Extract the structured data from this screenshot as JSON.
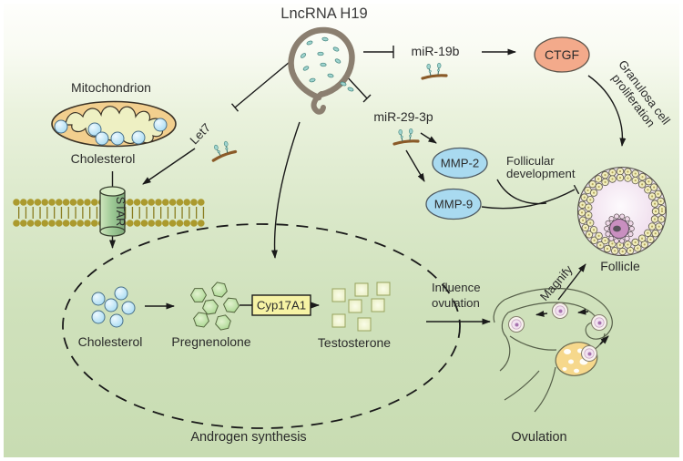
{
  "figure_title": "LncRNA H19",
  "nodes": {
    "mir19b": "miR-19b",
    "ctgf": "CTGF",
    "mir29_3p": "miR-29-3p",
    "mmp2": "MMP-2",
    "mmp9": "MMP-9",
    "let7": "Let7",
    "mitochondrion": "Mitochondrion",
    "cholesterol_outer": "Cholesterol",
    "star": "STAR",
    "cholesterol_inner": "Cholesterol",
    "pregnenolone": "Pregnenolone",
    "cyp17a1": "Cyp17A1",
    "testosterone": "Testosterone",
    "follicle": "Follicle"
  },
  "annotations": {
    "granulosa_line1": "Granulosa cell",
    "granulosa_line2": "proliferation",
    "follicular_line1": "Follicular",
    "follicular_line2": "development",
    "influence_line1": "Influence",
    "influence_line2": "ovulation",
    "magnify": "Magnify",
    "androgen_synthesis": "Androgen synthesis",
    "ovulation": "Ovulation"
  },
  "colors": {
    "ctgf_fill": "#f3aa8b",
    "mmp_fill": "#a9daf0",
    "mito_fill": "#f2cf8e",
    "cristae_fill": "#eef0c3",
    "cholesterol_dot": "#aadcf2",
    "star_fill": "#9cc894",
    "membrane_head": "#ab9a2e",
    "cyp_box_fill": "#f6f3a5",
    "pregnenolone_fill": "#a3d48a",
    "testosterone_fill": "#e6edbd",
    "granulosa_cell_fill": "#f1edbb",
    "follicle_inner": "#edd9ea",
    "oocyte_fill": "#c98fc0",
    "ovary_fill": "#f6d88c",
    "rna_stroke": "#8b7f70",
    "mirna_teal": "#9fd4cf",
    "mirna_branch": "#8a5a28",
    "line_color": "#1a1a1a"
  }
}
